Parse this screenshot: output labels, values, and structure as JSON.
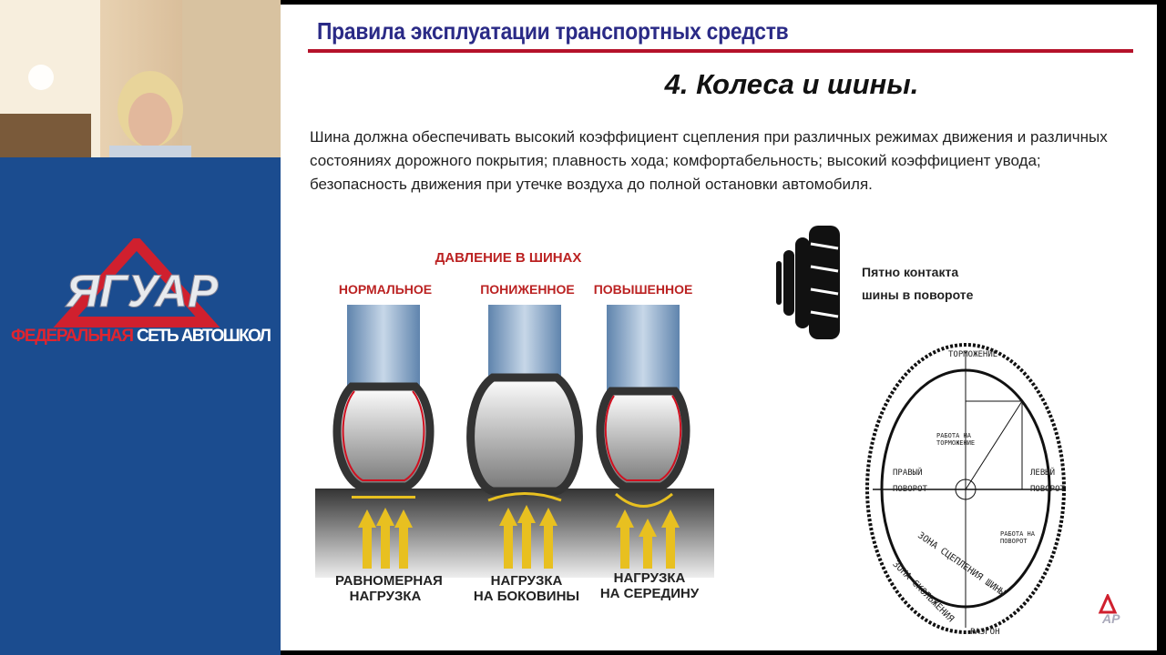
{
  "logo": {
    "brand": "ЯГУАР",
    "tagline_red": "ФЕДЕРАЛЬНАЯ",
    "tagline_white": "СЕТЬ АВТОШКОЛ",
    "corner_logo": "ЯГУАР"
  },
  "slide": {
    "header": "Правила эксплуатации транспортных средств",
    "subtitle": "4. Колеса и шины.",
    "paragraph": "Шина должна обеспечивать высокий коэффициент сцепления при различных режимах движения и различных состояниях дорожного покрытия; плавность хода;  комфортабельность; высокий коэффициент увода;  безопасность движения при утечке воздуха до полной остановки автомобиля.",
    "pressure": {
      "title": "ДАВЛЕНИЕ В ШИНАХ",
      "columns": [
        {
          "label": "НОРМАЛЬНОЕ",
          "caption1": "РАВНОМЕРНАЯ",
          "caption2": "НАГРУЗКА"
        },
        {
          "label": "ПОНИЖЕННОЕ",
          "caption1": "НАГРУЗКА",
          "caption2": "НА БОКОВИНЫ"
        },
        {
          "label": "ПОВЫШЕННОЕ",
          "caption1": "НАГРУЗКА",
          "caption2": "НА СЕРЕДИНУ"
        }
      ]
    },
    "contact": {
      "line1": "Пятно контакта",
      "line2": "шины в повороте"
    },
    "circle": {
      "top": "ТОРМОЖЕНИЕ",
      "bottom": "РАЗГОН",
      "left1": "ПРАВЫЙ",
      "left2": "ПОВОРОТ",
      "right1": "ЛЕВЫЙ",
      "right2": "ПОВОРОТ",
      "brake_work": "РАБОТА НА ТОРМОЖЕНИЕ",
      "turn_work": "РАБОТА НА ПОВОРОТ",
      "grip": "ЗОНА СЦЕПЛЕНИЯ ШИНЫ",
      "slip": "ЗОНА СКОЛЬЖЕНИЯ"
    }
  }
}
